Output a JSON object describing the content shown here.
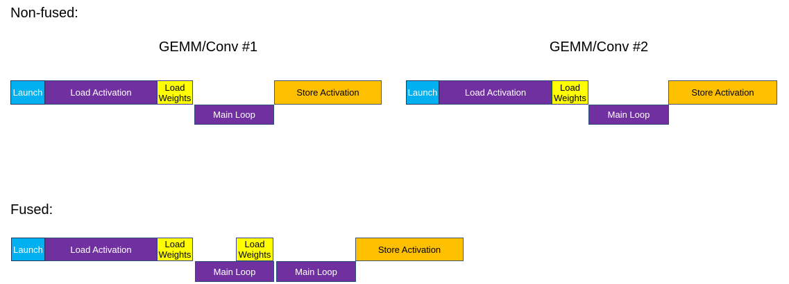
{
  "headings": {
    "nonfused": "Non-fused:",
    "fused": "Fused:",
    "group1_title": "GEMM/Conv #1",
    "group2_title": "GEMM/Conv #2"
  },
  "block_labels": {
    "launch": "Launch",
    "load_activation": "Load Activation",
    "load_weights": "Load Weights",
    "main_loop": "Main Loop",
    "store_activation": "Store Activation"
  },
  "colors": {
    "launch_fill": "#00B0F0",
    "launch_border": "#1F3864",
    "purple_fill": "#7030A0",
    "purple_border": "#2E4E7E",
    "weights_fill": "#FFFF00",
    "weights_border": "#3F3F8F",
    "store_fill": "#FFC000",
    "store_border": "#44546A"
  },
  "diagram": {
    "nonfused": {
      "heading": "Non-fused:",
      "groups": [
        {
          "title": "GEMM/Conv #1",
          "top_lane": [
            "Launch",
            "Load Activation",
            "Load Weights",
            "Store Activation"
          ],
          "bottom_lane": [
            "Main Loop"
          ]
        },
        {
          "title": "GEMM/Conv #2",
          "top_lane": [
            "Launch",
            "Load Activation",
            "Load Weights",
            "Store Activation"
          ],
          "bottom_lane": [
            "Main Loop"
          ]
        }
      ]
    },
    "fused": {
      "heading": "Fused:",
      "top_lane": [
        "Launch",
        "Load Activation",
        "Load Weights",
        "Load Weights",
        "Store Activation"
      ],
      "bottom_lane": [
        "Main Loop",
        "Main Loop"
      ]
    }
  }
}
